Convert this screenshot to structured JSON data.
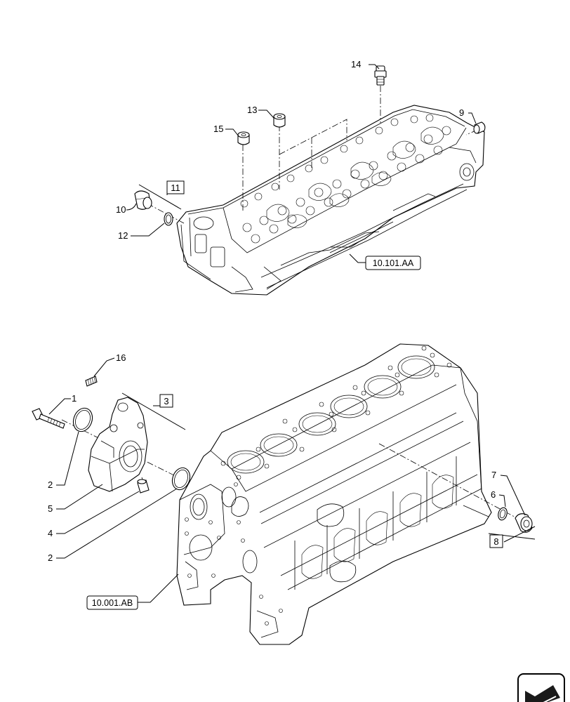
{
  "callouts": {
    "c1": "1",
    "c2a": "2",
    "c2b": "2",
    "c3": "3",
    "c4": "4",
    "c5": "5",
    "c6": "6",
    "c7": "7",
    "c8": "8",
    "c9": "9",
    "c10": "10",
    "c11": "11",
    "c12": "12",
    "c13": "13",
    "c14": "14",
    "c15": "15",
    "c16": "16"
  },
  "references": {
    "cylinder_head": "10.101.AA",
    "engine_block": "10.001.AB"
  },
  "navigation": {
    "icon": "next-page-arrow-icon"
  }
}
